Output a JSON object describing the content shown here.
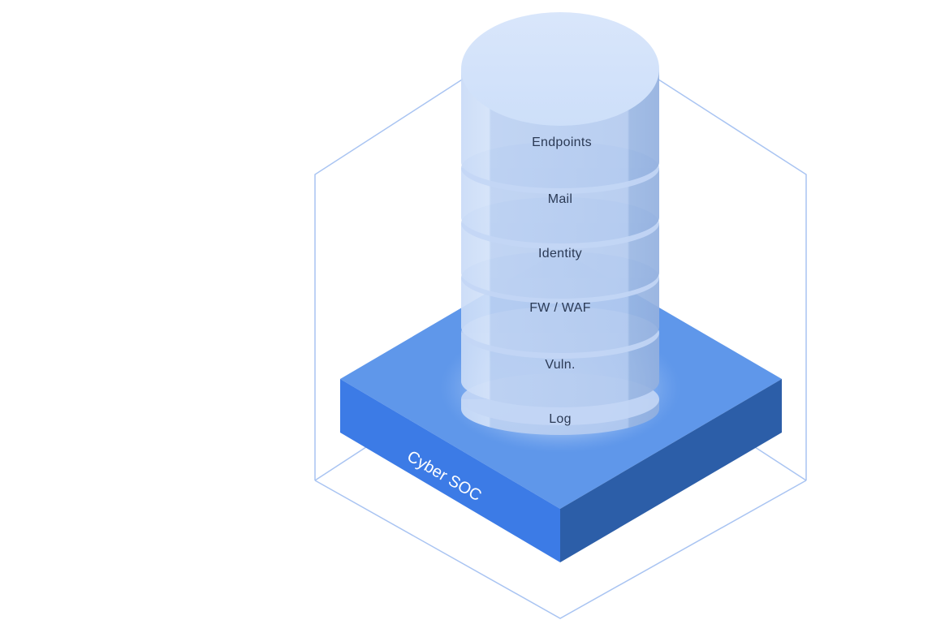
{
  "platform": {
    "label": "Cyber SOC",
    "colors": {
      "top": "#5f97ea",
      "left": "#3c7be6",
      "right": "#2c5ea8"
    }
  },
  "layers": [
    {
      "label": "Endpoints"
    },
    {
      "label": "Mail"
    },
    {
      "label": "Identity"
    },
    {
      "label": "FW / WAF"
    },
    {
      "label": "Vuln."
    },
    {
      "label": "Log"
    }
  ],
  "colors": {
    "hexagon_outline": "#a9c4f2",
    "cylinder_light": "#dbe7fb",
    "cylinder_mid": "#bcd2f4",
    "cylinder_dark": "#98b6e3",
    "cap_top": "#d4e3fa"
  }
}
